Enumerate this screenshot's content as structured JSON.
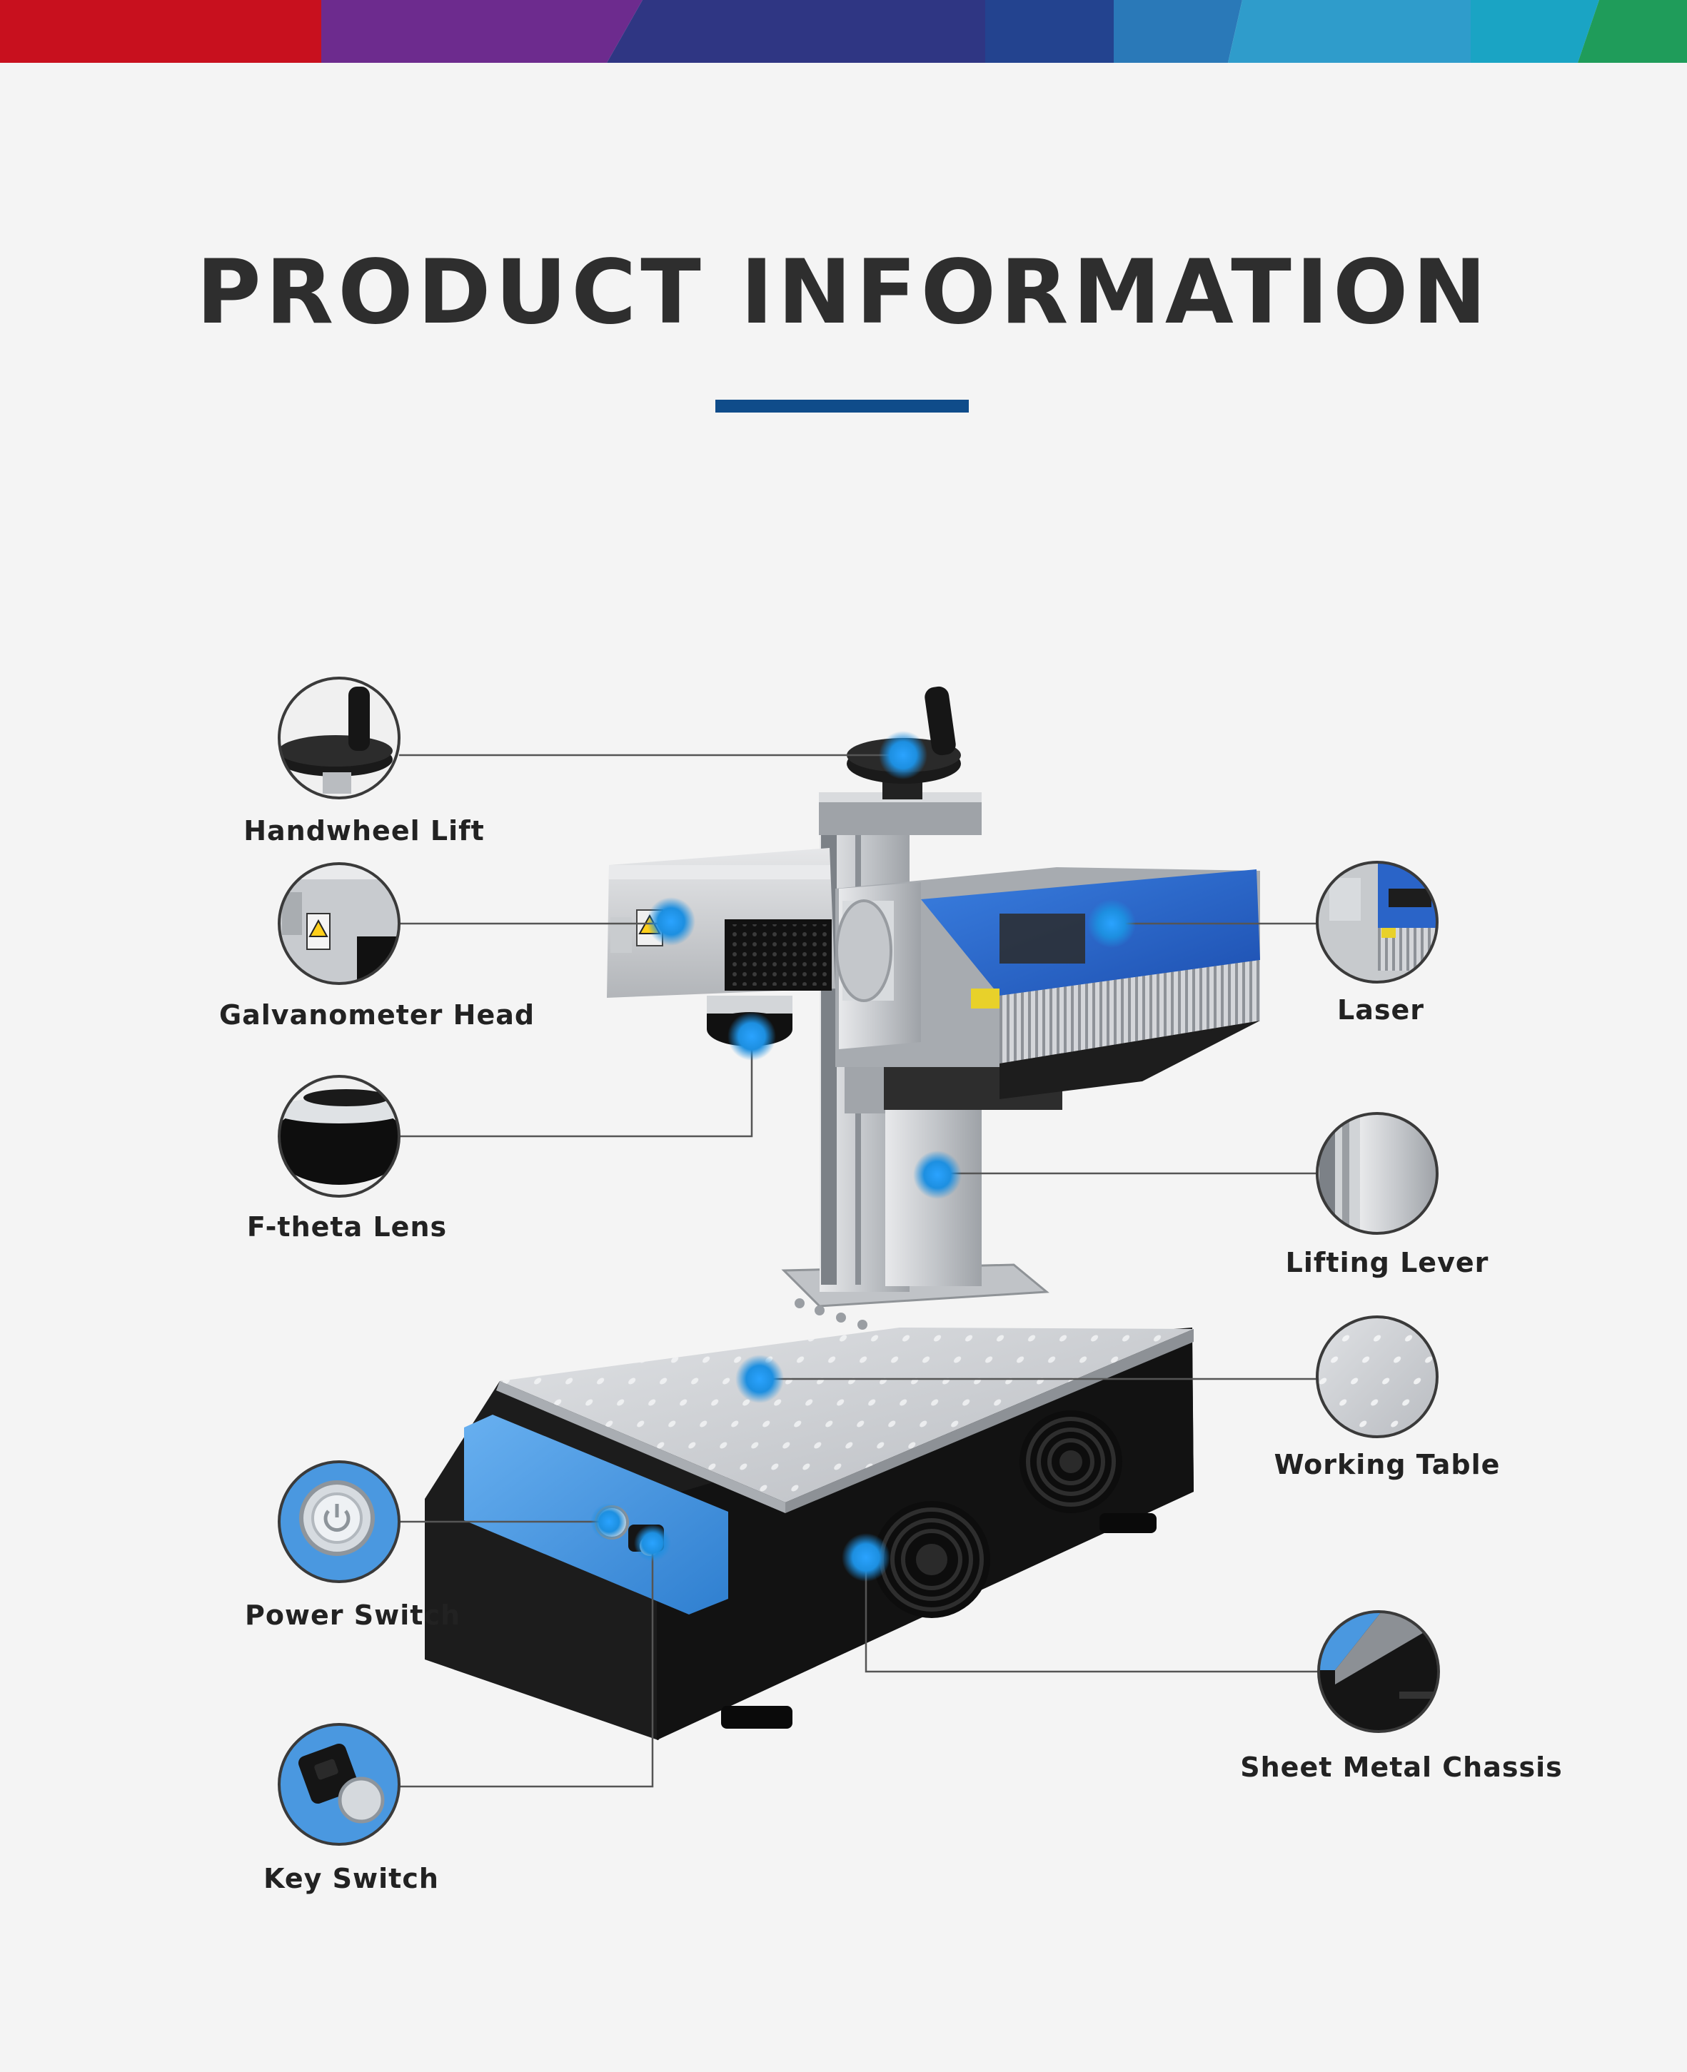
{
  "header": {
    "title": "PRODUCT INFORMATION",
    "band_colors": [
      "#c8101e",
      "#6d2b8e",
      "#3a3b8c",
      "#283b84",
      "#1e6fb0",
      "#2a9ed1",
      "#1aa2c6",
      "#1f9c5a"
    ],
    "accent_color": "#0f4c8a"
  },
  "callouts": [
    {
      "id": "handwheel-lift",
      "label": "Handwheel Lift",
      "icon": "handwheel-icon"
    },
    {
      "id": "galvanometer-head",
      "label": "Galvanometer Head",
      "icon": "galvanometer-icon"
    },
    {
      "id": "f-theta-lens",
      "label": "F-theta Lens",
      "icon": "lens-icon"
    },
    {
      "id": "power-switch",
      "label": "Power Switch",
      "icon": "power-icon"
    },
    {
      "id": "key-switch",
      "label": "Key Switch",
      "icon": "key-icon"
    },
    {
      "id": "laser",
      "label": "Laser",
      "icon": "laser-source-icon"
    },
    {
      "id": "lifting-lever",
      "label": "Lifting Lever",
      "icon": "lifting-column-icon"
    },
    {
      "id": "working-table",
      "label": "Working Table",
      "icon": "worktable-icon"
    },
    {
      "id": "sheet-metal-chassis",
      "label": "Sheet Metal Chassis",
      "icon": "chassis-icon"
    }
  ],
  "colors": {
    "marker": "#1d8fe0",
    "leader_line": "#555555",
    "chassis_blue": "#3f8fd6",
    "chassis_black": "#1a1a1a",
    "laser_blue": "#2a64c8",
    "aluminium": "#c9ccd0"
  }
}
